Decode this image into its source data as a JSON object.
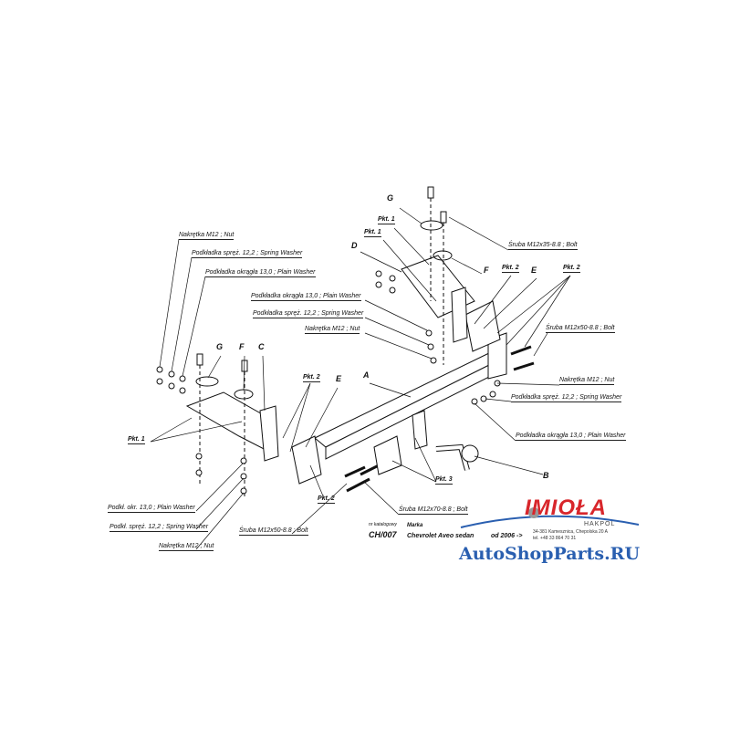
{
  "labels": {
    "nut_tl": "Nakrętka  M12 ; Nut",
    "spring_tl": "Podkładka spręż. 12,2 ; Spring Washer",
    "plain_tl": "Podkładka okrągła 13,0 ;  Plain Washer",
    "plain_mid": "Podkładka okrągła 13,0 ;  Plain Washer",
    "spring_mid": "Podkładka spręż. 12,2 ; Spring Washer",
    "nut_mid": "Nakrętka  M12 ; Nut",
    "bolt_35": "Śruba M12x35-8.8 ;  Bolt",
    "bolt_50_r": "Śruba M12x50-8.8 ;  Bolt",
    "nut_r": "Nakrętka  M12 ; Nut",
    "spring_r": "Podkładka spręż. 12,2 ; Spring Washer",
    "plain_r": "Podkładka okrągła 13,0 ;  Plain Washer",
    "plain_bl": "Podkł. okr. 13,0 ;  Plain Washer",
    "spring_bl": "Podkł. spręż. 12,2 ; Spring Washer",
    "nut_bl": "Nakrętka  M12 ; Nut",
    "bolt_50_b": "Śruba M12x50-8.8 ;  Bolt",
    "bolt_70": "Śruba M12x70-8.8 ;  Bolt"
  },
  "letters": {
    "A": "A",
    "B": "B",
    "C": "C",
    "D": "D",
    "E": "E",
    "F": "F",
    "G": "G"
  },
  "pkt": {
    "p1": "Pkt. 1",
    "p2": "Pkt. 2",
    "p3": "Pkt. 3"
  },
  "info": {
    "catalog_label": "nr katalogowy",
    "catalog_value": "CH/007",
    "brand_label": "Marka",
    "brand_value": "Chevrolet Aveo sedan",
    "year": "od 2006 ->"
  },
  "logo": {
    "name": "IMIOŁA",
    "sub": "HAKPOL",
    "addr1": "34-381 Kamesznica, Chepolska 20 A",
    "addr2": "tel. +48 33 864 70 31"
  },
  "watermark": "AutoShopParts.RU",
  "colors": {
    "logo_red": "#d8262b",
    "watermark_blue": "#2a5fb0"
  }
}
